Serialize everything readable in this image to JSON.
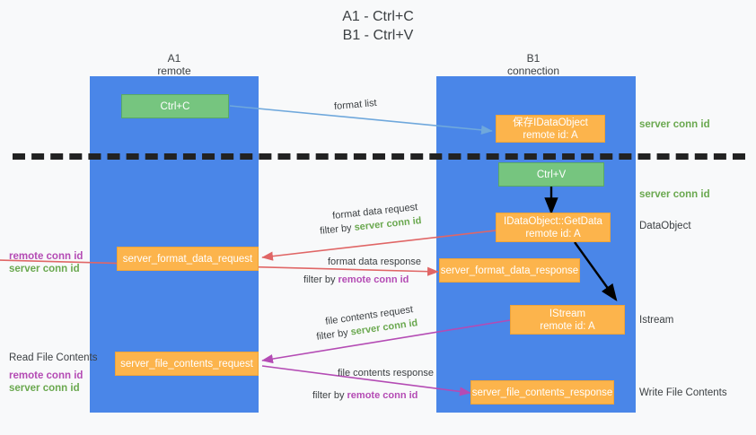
{
  "title": {
    "line1": "A1 - Ctrl+C",
    "line2": "B1 - Ctrl+V"
  },
  "lanes": [
    {
      "name": "A1",
      "sub": "remote"
    },
    {
      "name": "B1",
      "sub": "connection"
    }
  ],
  "nodes": {
    "ctrl_c": {
      "l1": "Ctrl+C",
      "l2": ""
    },
    "save_idataobject": {
      "l1": "保存IDataObject",
      "l2": "remote id: A"
    },
    "ctrl_v": {
      "l1": "Ctrl+V",
      "l2": ""
    },
    "getdata": {
      "l1": "IDataObject::GetData",
      "l2": "remote id: A"
    },
    "istream": {
      "l1": "IStream",
      "l2": "remote id: A"
    },
    "fmt_req": {
      "l1": "server_format_data_request",
      "l2": ""
    },
    "fmt_resp": {
      "l1": "server_format_data_response",
      "l2": ""
    },
    "file_req": {
      "l1": "server_file_contents_request",
      "l2": ""
    },
    "file_resp": {
      "l1": "server_file_contents_response",
      "l2": ""
    }
  },
  "right_labels": {
    "server_conn_id_1": "server conn id",
    "server_conn_id_2": "server conn id",
    "dataobject": "DataObject",
    "istream": "Istream",
    "write_file_contents": "Write File Contents"
  },
  "left_labels": {
    "remote_conn_id_1": "remote conn id",
    "server_conn_id_1": "server conn id",
    "read_file_contents": "Read File Contents",
    "remote_conn_id_2": "remote conn id",
    "server_conn_id_2": "server conn id"
  },
  "edges": {
    "format_list": "format list",
    "fmt_req_l1": "format data request",
    "fmt_req_l2_pre": "filter by",
    "fmt_req_l2_key": "server conn id",
    "fmt_resp_l1": "format data response",
    "fmt_resp_l2_pre": "filter by",
    "fmt_resp_l2_key": "remote conn id",
    "file_req_l1": "file contents request",
    "file_req_l2_pre": "filter by",
    "file_req_l2_key": "server conn id",
    "file_resp_l1": "file contents response",
    "file_resp_l2_pre": "filter by",
    "file_resp_l2_key": "remote conn id"
  },
  "colors": {
    "lane": "#4a86e8",
    "green_node": "#76c57f",
    "orange_node": "#fcb44c",
    "green_text": "#6aa84f",
    "magenta_text": "#b44bb4",
    "red_arrow": "#e06666",
    "blue_arrow": "#6fa8dc",
    "black_arrow": "#000000",
    "background": "#f8f9fa"
  }
}
